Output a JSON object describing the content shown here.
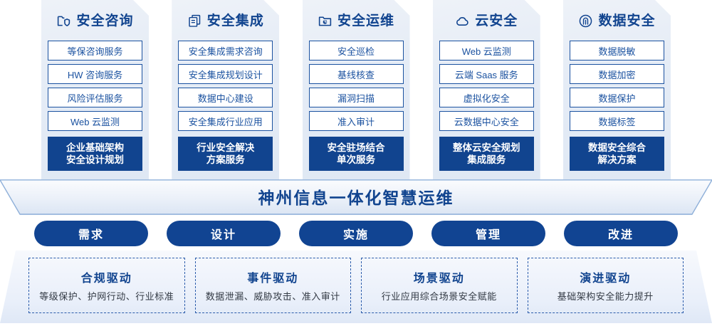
{
  "colors": {
    "brand_blue": "#11448f",
    "item_border": "#1b52a0",
    "pill_blue": "#114492",
    "dashed_border": "#2b5cab",
    "card_bg": "#e5ecf6",
    "text_dark": "#333a44"
  },
  "pillars": [
    {
      "icon": "folder-shield-icon",
      "title": "安全咨询",
      "items": [
        "等保咨询服务",
        "HW 咨询服务",
        "风险评估服务",
        "Web 云监测"
      ],
      "footer": [
        "企业基础架构",
        "安全设计规划"
      ]
    },
    {
      "icon": "stacked-documents-icon",
      "title": "安全集成",
      "items": [
        "安全集成需求咨询",
        "安全集成规划设计",
        "数据中心建设",
        "安全集成行业应用"
      ],
      "footer": [
        "行业安全解决",
        "方案服务"
      ]
    },
    {
      "icon": "folder-chart-icon",
      "title": "安全运维",
      "items": [
        "安全巡检",
        "基线核查",
        "漏洞扫描",
        "准入审计"
      ],
      "footer": [
        "安全驻场结合",
        "单次服务"
      ]
    },
    {
      "icon": "cloud-icon",
      "title": "云安全",
      "items": [
        "Web 云监测",
        "云端 Saas 服务",
        "虚拟化安全",
        "云数据中心安全"
      ],
      "footer": [
        "整体云安全规划",
        "集成服务"
      ]
    },
    {
      "icon": "fingerprint-icon",
      "title": "数据安全",
      "items": [
        "数据脱敏",
        "数据加密",
        "数据保护",
        "数据标签"
      ],
      "footer": [
        "数据安全综合",
        "解决方案"
      ]
    }
  ],
  "banner": {
    "title": "神州信息一体化智慧运维"
  },
  "phases": [
    {
      "label": "需求"
    },
    {
      "label": "设计"
    },
    {
      "label": "实施"
    },
    {
      "label": "管理"
    },
    {
      "label": "改进"
    }
  ],
  "drivers": [
    {
      "title": "合规驱动",
      "subtitle": "等级保护、护网行动、行业标准"
    },
    {
      "title": "事件驱动",
      "subtitle": "数据泄漏、威胁攻击、准入审计"
    },
    {
      "title": "场景驱动",
      "subtitle": "行业应用综合场景安全赋能"
    },
    {
      "title": "演进驱动",
      "subtitle": "基础架构安全能力提升"
    }
  ]
}
